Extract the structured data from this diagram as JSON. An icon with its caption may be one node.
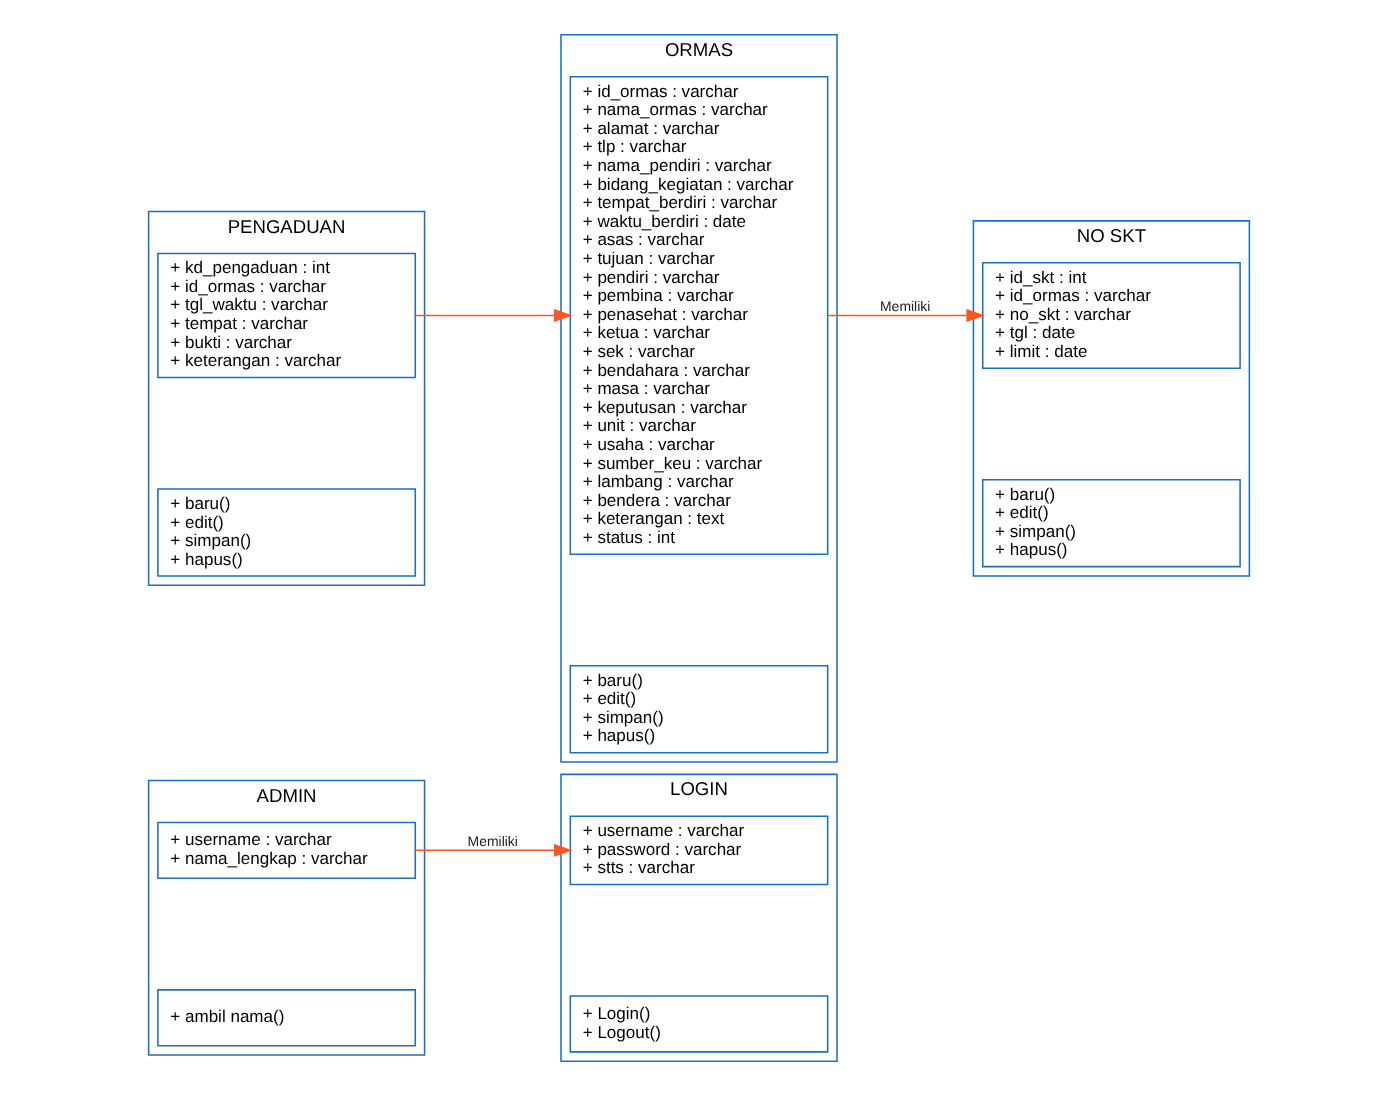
{
  "diagram": {
    "nodes": [
      {
        "text": [
          "ADMIN"
        ]
      },
      {
        "text": [
          "+ username : varchar",
          "+ nama_lengkap : varchar"
        ],
        "in": 0
      },
      {
        "text": [
          "+ ambil nama()"
        ],
        "in": 0
      },
      {
        "text": [
          "ORMAS"
        ]
      },
      {
        "text": [
          "+ id_ormas : varchar",
          "+ nama_ormas : varchar",
          "+ alamat : varchar",
          "+ tlp : varchar",
          "+ nama_pendiri : varchar",
          "+ bidang_kegiatan : varchar",
          "+ tempat_berdiri : varchar",
          "+ waktu_berdiri : date",
          "+ asas : varchar",
          "+ tujuan : varchar",
          "+ pendiri : varchar",
          "+ pembina : varchar",
          "+ penasehat : varchar",
          "+ ketua : varchar",
          "+ sek : varchar",
          "+ bendahara : varchar",
          "+ masa : varchar",
          "+ keputusan : varchar",
          "+ unit : varchar",
          "+ usaha : varchar",
          "+ sumber_keu : varchar",
          "+ lambang : varchar",
          "+ bendera : varchar",
          "+ keterangan : text",
          "+ status : int"
        ],
        "in": 3
      },
      {
        "text": [
          "+ baru()",
          "+ edit()",
          "+ simpan()",
          "+ hapus()"
        ],
        "in": 3
      },
      {
        "text": [
          "NO SKT"
        ]
      },
      {
        "text": [
          "+ id_skt : int",
          "+ id_ormas : varchar",
          "+ no_skt : varchar",
          "+ tgl : date",
          "+ limit : date"
        ],
        "in": 6
      },
      {
        "text": [
          "+ baru()",
          "+ edit()",
          "+ simpan()",
          "+ hapus()"
        ],
        "in": 6
      },
      {
        "text": [
          "LOGIN"
        ]
      },
      {
        "text": [
          "+ username : varchar",
          "+ password : varchar",
          "+ stts : varchar"
        ],
        "in": 9
      },
      {
        "text": [
          "+ Login()",
          "+ Logout()"
        ],
        "in": 9
      },
      {
        "text": [
          "PENGADUAN"
        ]
      },
      {
        "text": [
          "+ kd_pengaduan : int",
          "+ id_ormas : varchar",
          "+ tgl_waktu : varchar",
          "+ tempat : varchar",
          "+ bukti : varchar",
          "+ keterangan : varchar"
        ],
        "in": 12
      },
      {
        "text": [
          "+ baru()",
          "+ edit()",
          "+ simpan()",
          "+ hapus()"
        ],
        "in": 12
      }
    ],
    "edges": [
      {
        "from": 1,
        "to": 10,
        "arrow": "to",
        "label": "Memiliki"
      },
      {
        "from": 4,
        "to": 7,
        "arrow": "to",
        "label": "Memiliki"
      },
      {
        "from": 13,
        "to": 4,
        "arrow": "to"
      }
    ]
  }
}
